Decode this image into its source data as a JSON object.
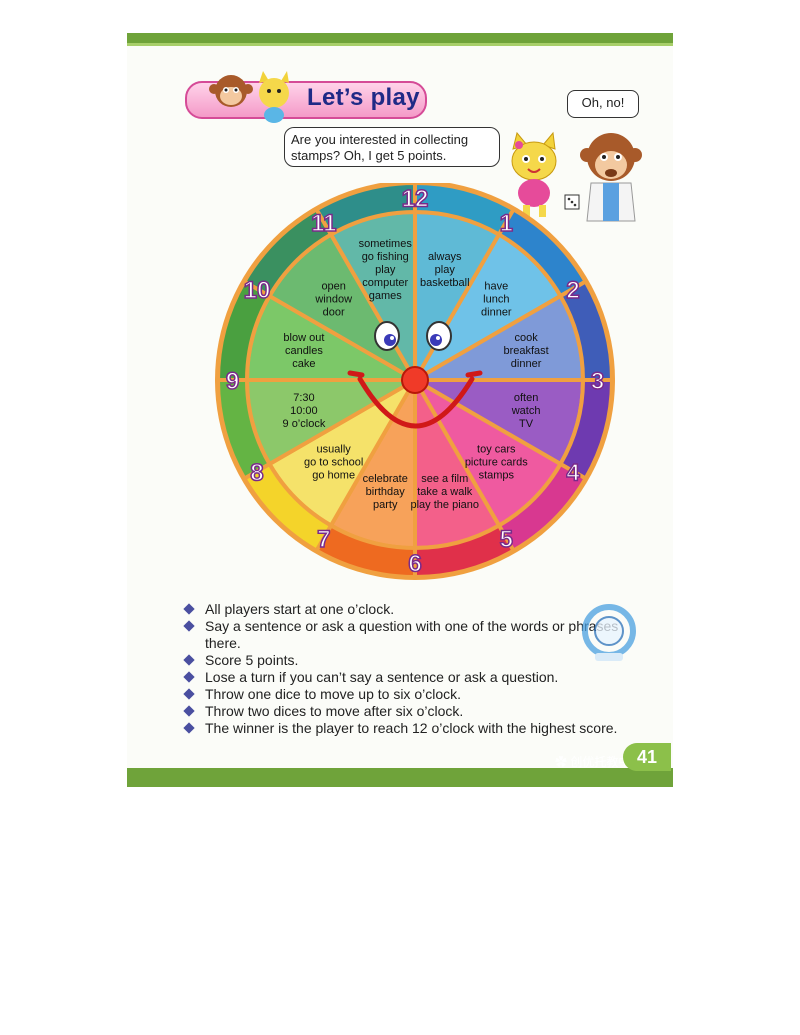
{
  "title": "Let’s play",
  "speech": {
    "cat_line1": "Are you interested in collecting",
    "cat_line2": "stamps? Oh, I get 5 points.",
    "monkey": "Oh, no!"
  },
  "wheel": {
    "numbers": [
      "1",
      "2",
      "3",
      "4",
      "5",
      "6",
      "7",
      "8",
      "9",
      "10",
      "11",
      "12"
    ],
    "segments": [
      {
        "lines": [
          "always",
          "play",
          "basketball"
        ]
      },
      {
        "lines": [
          "have",
          "lunch",
          "dinner"
        ]
      },
      {
        "lines": [
          "cook",
          "breakfast",
          "dinner"
        ]
      },
      {
        "lines": [
          "often",
          "watch",
          "TV"
        ]
      },
      {
        "lines": [
          "toy cars",
          "picture cards",
          "stamps"
        ]
      },
      {
        "lines": [
          "see a film",
          "take a walk",
          "play the piano"
        ]
      },
      {
        "lines": [
          "celebrate",
          "birthday",
          "party"
        ]
      },
      {
        "lines": [
          "usually",
          "go to school",
          "go home"
        ]
      },
      {
        "lines": [
          "7:30",
          "10:00",
          "9 o’clock"
        ]
      },
      {
        "lines": [
          "blow out",
          "candles",
          "cake"
        ]
      },
      {
        "lines": [
          "open",
          "window",
          "door"
        ]
      },
      {
        "lines": [
          "sometimes",
          "go fishing",
          "play",
          "computer",
          "games"
        ]
      }
    ],
    "colors": {
      "inner": [
        "#5fbad6",
        "#6fc2e8",
        "#7f9ad8",
        "#9a5cc4",
        "#ef5aa0",
        "#f3608a",
        "#f7a25a",
        "#f5e26a",
        "#8cc86a",
        "#7cc868",
        "#6cba70",
        "#62b8a8"
      ],
      "ring": [
        "#2f9cc4",
        "#2d84cc",
        "#3f5db8",
        "#6e3ab0",
        "#d83890",
        "#e0304a",
        "#ee6a20",
        "#f4d42a",
        "#64b444",
        "#4aa040",
        "#3a9060",
        "#2e8e8a"
      ],
      "rim": "#f0a040",
      "hub": "#f03a28"
    }
  },
  "rules": [
    "All players start at one o’clock.",
    "Say a sentence or ask a question with one of the words or phrases there.",
    "Score 5 points.",
    "Lose a turn if you can’t say a sentence or ask a question.",
    "Throw one dice to move up to six o’clock.",
    "Throw two dices to move after six o’clock.",
    "The winner is the player to reach 12 o’clock with the highest score."
  ],
  "page_number": "41",
  "watermark": "创优托教中心"
}
